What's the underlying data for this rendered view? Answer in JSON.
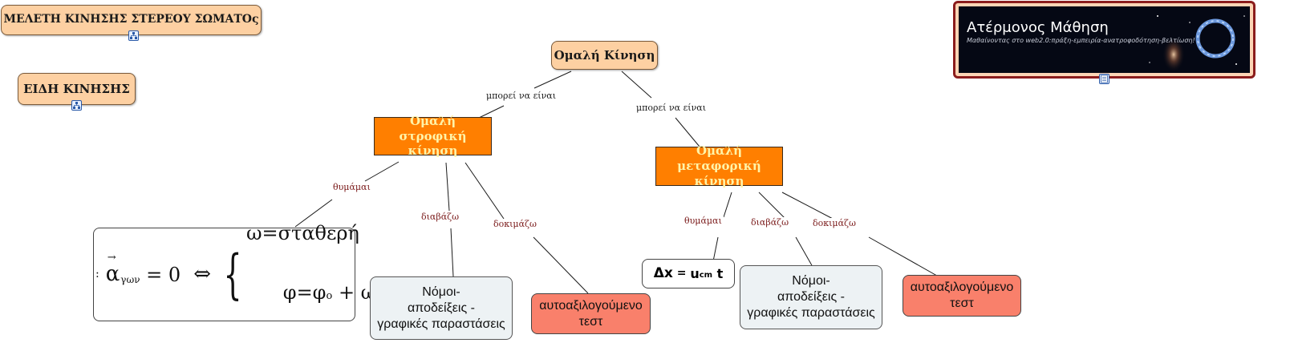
{
  "nodes": {
    "study": "ΜΕΛΕΤΗ ΚΙΝΗΣΗΣ ΣΤΕΡΕΟΥ ΣΩΜΑΤΟς",
    "types": "ΕΙΔΗ ΚΙΝΗΣΗΣ",
    "root": "Ομαλή Κίνηση",
    "rot_line1": "Ομαλή",
    "rot_line2": "στροφική κίνηση",
    "trans_line1": "Ομαλή",
    "trans_line2": "μεταφορική κίνηση",
    "laws_left_1": "Νόμοι-",
    "laws_left_2": "αποδείξεις -",
    "laws_left_3": "γραφικές παραστάσεις",
    "test_left_1": "αυτοαξιλογούμενο",
    "test_left_2": "τεστ",
    "laws_right_1": "Νόμοι-",
    "laws_right_2": "αποδείξεις -",
    "laws_right_3": "γραφικές παραστάσεις",
    "test_right_1": "αυτοαξιλογούμενο",
    "test_right_2": "τεστ"
  },
  "formula_rot": {
    "prefix": ":",
    "alpha": "α",
    "sub": "γων",
    "eq_zero": " = 0",
    "iff": "⇔",
    "line1": "ω=σταθερή",
    "line2_phi": "φ=φ",
    "line2_sub": "ο",
    "line2_rest": " + ωt"
  },
  "formula_trans": {
    "delta": "Δx",
    "eq": " = ",
    "u": "u",
    "u_sub": "cm",
    "t": " t"
  },
  "links": {
    "can_be_left": "μπορεί να είναι",
    "can_be_right": "μπορεί να είναι",
    "remember_left": "θυμάμαι",
    "read_left": "διαβάζω",
    "try_left": "δοκιμάζω",
    "remember_right": "θυμάμαι",
    "read_right": "διαβάζω",
    "try_right": "δοκιμάζω"
  },
  "banner": {
    "title": "Ατέρμονος Μάθηση",
    "subtitle": "Μαθαίνοντας στο web2.0:πράξη-εμπειρία-ανατροφοδότηση-βελτίωση!"
  },
  "icons": {
    "submap": "submap-icon",
    "document": "document-icon"
  },
  "colors": {
    "peach": "#fdd0a2",
    "orange": "#ff7f00",
    "orange_text": "#fff3a8",
    "grey": "#edf2f4",
    "salmon": "#f9806b",
    "banner_border": "#8b1c1c"
  }
}
